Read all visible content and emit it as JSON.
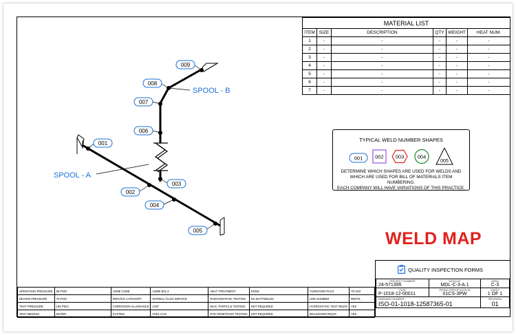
{
  "material_list": {
    "title": "MATERIAL LIST",
    "headers": [
      "ITEM",
      "SIZE",
      "DESCRIPTION",
      "QTY",
      "WEIGHT",
      "HEAT NUM."
    ],
    "rows": [
      [
        "1",
        "-",
        "-",
        "-",
        "-",
        "-"
      ],
      [
        "2",
        "-",
        "-",
        "-",
        "-",
        "-"
      ],
      [
        "3",
        "-",
        "-",
        "-",
        "-",
        "-"
      ],
      [
        "4",
        "-",
        "-",
        "-",
        "-",
        "-"
      ],
      [
        "5",
        "-",
        "-",
        "-",
        "-",
        "-"
      ],
      [
        "6",
        "-",
        "-",
        "-",
        "-",
        "-"
      ],
      [
        "7",
        "-",
        "-",
        "-",
        "-",
        "-"
      ]
    ]
  },
  "spools": {
    "a": "SPOOL - A",
    "b": "SPOOL - B"
  },
  "welds": [
    "001",
    "002",
    "003",
    "004",
    "005",
    "006",
    "007",
    "008",
    "009"
  ],
  "shapes_legend": {
    "title": "TYPICAL WELD NUMBER SHAPES",
    "shapes": [
      "001",
      "002",
      "003",
      "004",
      "005"
    ],
    "description_lines": [
      "DETERMINE WHICH SHAPES ARE USED FOR WELDS AND",
      "WHICH ARE USED FOR BILL OF MATERIALS ITEM NUMBERING.",
      "EACH COMPANY WILL HAVE VARIATIONS OF THIS PRACTICE."
    ]
  },
  "weld_map_title": "WELD MAP",
  "title_block": {
    "company": "QUALITY INSPECTION FORMS",
    "project_number_label": "PROJECT NUMBER",
    "project_number": "24-571395",
    "module_label": "MODULE",
    "module": "MDL-C-3-A.1",
    "area_label": "AREA",
    "area": "C-3",
    "pid_label": "P&ID",
    "pid": "P-1018-12-00011",
    "piping_spec_label": "PIPING SPECIFICATION",
    "piping_spec": "01CS-3PW",
    "sheet_label": "SHEET",
    "sheet": "1 OF 1",
    "drawing_number_label": "DRAWING NUMBER",
    "drawing_number": "ISO-01-1018-12587365-01",
    "revision_label": "REVISION",
    "revision": "01"
  },
  "bottom_table": [
    [
      "OPERATING PRESSURE",
      "55 PSIG",
      "ASME CODE",
      "ASME B31.3",
      "HEAT TREATMENT",
      "NONE",
      "TURNOVER PACK",
      "TO-023"
    ],
    [
      "DESIGN PRESSURE",
      "70 PSIG",
      "SERVICE CATEGORY",
      "NORMAL FLUID SERVICE",
      "RADIOGRAPHIC TESTING",
      "5% BUTTWELDS",
      "LINE NUMBER",
      "080701"
    ],
    [
      "TEST PRESSURE",
      "105 PSIG",
      "CORROSION ALLOWANCE",
      "1/16\"",
      "MAG. PARTICLE TESTING",
      "NOT REQUIRED",
      "HYDROSTATIC TEST REQ'D",
      "YES"
    ],
    [
      "TEST MEDIUM",
      "WATER",
      "SYSTEM",
      "FUEL GAS",
      "DYE PENETRANT TESTING",
      "NOT REQUIRED",
      "WALKDOWN REQ'D",
      "YES"
    ]
  ],
  "colors": {
    "accent_blue": "#1a6fd6",
    "weld_red": "#e0201c",
    "shape_purple": "#8a2be2",
    "shape_green": "#1a8a2a"
  }
}
